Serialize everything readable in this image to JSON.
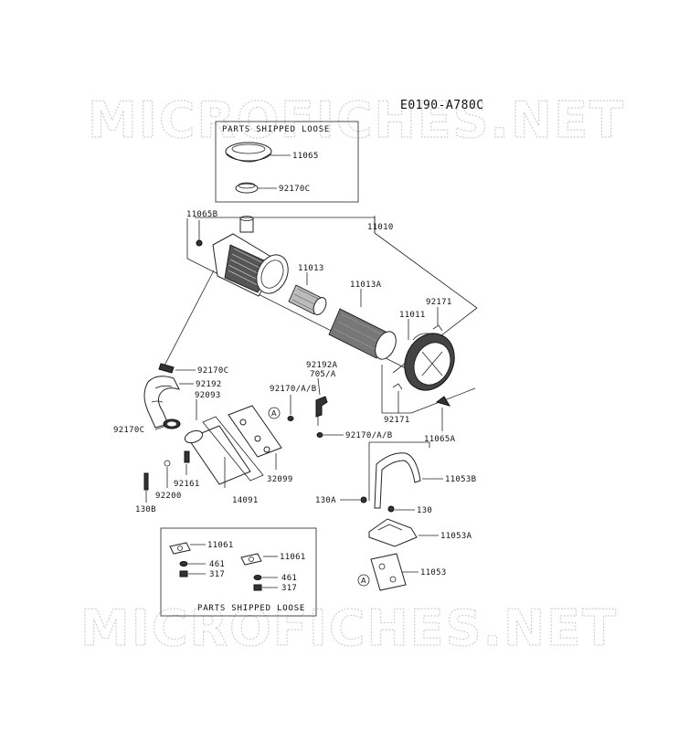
{
  "diagram_code": "E0190-A780C",
  "watermark": "MICROFICHES.NET",
  "notes": {
    "parts_shipped_loose": "PARTS SHIPPED LOOSE"
  },
  "ref_circle": "A",
  "labels": {
    "p11065": "11065",
    "p92170c_top": "92170C",
    "p11065b": "11065B",
    "p11010": "11010",
    "p11013": "11013",
    "p11013a": "11013A",
    "p92171_top": "92171",
    "p11011": "11011",
    "p92171_bot": "92171",
    "p11065a": "11065A",
    "p92170c_mid": "92170C",
    "p92192": "92192",
    "p92093": "92093",
    "p92170c_left": "92170C",
    "p92192a": "92192A",
    "p705a": "705/A",
    "p92170ab_1": "92170/A/B",
    "p92170ab_2": "92170/A/B",
    "p92161": "92161",
    "p92200": "92200",
    "p130b": "130B",
    "p14091": "14091",
    "p32099": "32099",
    "p11053b": "11053B",
    "p130a": "130A",
    "p130": "130",
    "p11053a": "11053A",
    "p11053": "11053",
    "p11061_a": "11061",
    "p461_a": "461",
    "p317_a": "317",
    "p11061_b": "11061",
    "p461_b": "461",
    "p317_b": "317"
  }
}
